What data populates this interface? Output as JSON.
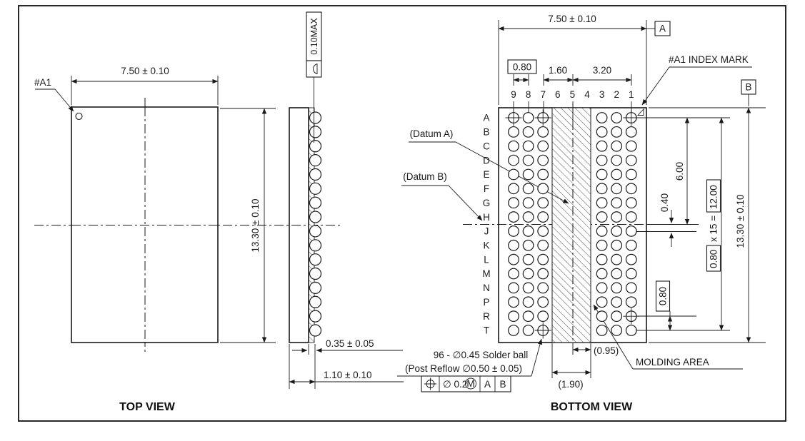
{
  "colors": {
    "line": "#1a1a1a",
    "background": "#ffffff"
  },
  "drawing": {
    "top_view": {
      "title": "TOP VIEW",
      "a1_label": "#A1",
      "width_dim": "7.50 ± 0.10",
      "height_dim": "13.30 ± 0.10"
    },
    "side_view": {
      "flatness_value": "0.10MAX",
      "standoff_dim": "0.35 ± 0.05",
      "thickness_dim": "1.10 ± 0.10"
    },
    "bottom_view": {
      "title": "BOTTOM VIEW",
      "width_dim": "7.50 ± 0.10",
      "height_dim": "13.30 ± 0.10",
      "datum_a_flag": "A",
      "datum_b_flag": "B",
      "index_mark_label": "#A1 INDEX MARK",
      "datum_a_label": "(Datum A)",
      "datum_b_label": "(Datum B)",
      "molding_area_label": "MOLDING AREA",
      "col_pitch_dim": "0.80",
      "col_span_dim_1": "1.60",
      "col_span_dim_2": "3.20",
      "row_span_dim": "6.00",
      "half_pitch_dim": "0.40",
      "row_pitch_dim": "0.80",
      "row_total_dim": {
        "pitch": "0.80",
        "mult": "x 15 =",
        "total": "12.00"
      },
      "molding_half_width_dim": "(0.95)",
      "molding_width_dim": "(1.90)",
      "ball_note_line1": "96 - ∅0.45 Solder ball",
      "ball_note_line2": "(Post Reflow ∅0.50 ± 0.05)",
      "tolerance_frame": {
        "symbol": "position",
        "value": "∅ 0.2",
        "modifier": "M",
        "datum1": "A",
        "datum2": "B"
      },
      "col_labels": [
        "9",
        "8",
        "7",
        "6",
        "5",
        "4",
        "3",
        "2",
        "1"
      ],
      "row_labels": [
        "A",
        "B",
        "C",
        "D",
        "E",
        "F",
        "G",
        "H",
        "J",
        "K",
        "L",
        "M",
        "N",
        "P",
        "R",
        "T"
      ],
      "ball_columns": [
        "9",
        "8",
        "7",
        "3",
        "2",
        "1"
      ],
      "ball_count": 96,
      "crosshair_balls": [
        "A9",
        "A7",
        "A1",
        "T7",
        "R1"
      ],
      "line_through_balls": [
        "A8",
        "J1",
        "T1"
      ]
    }
  }
}
